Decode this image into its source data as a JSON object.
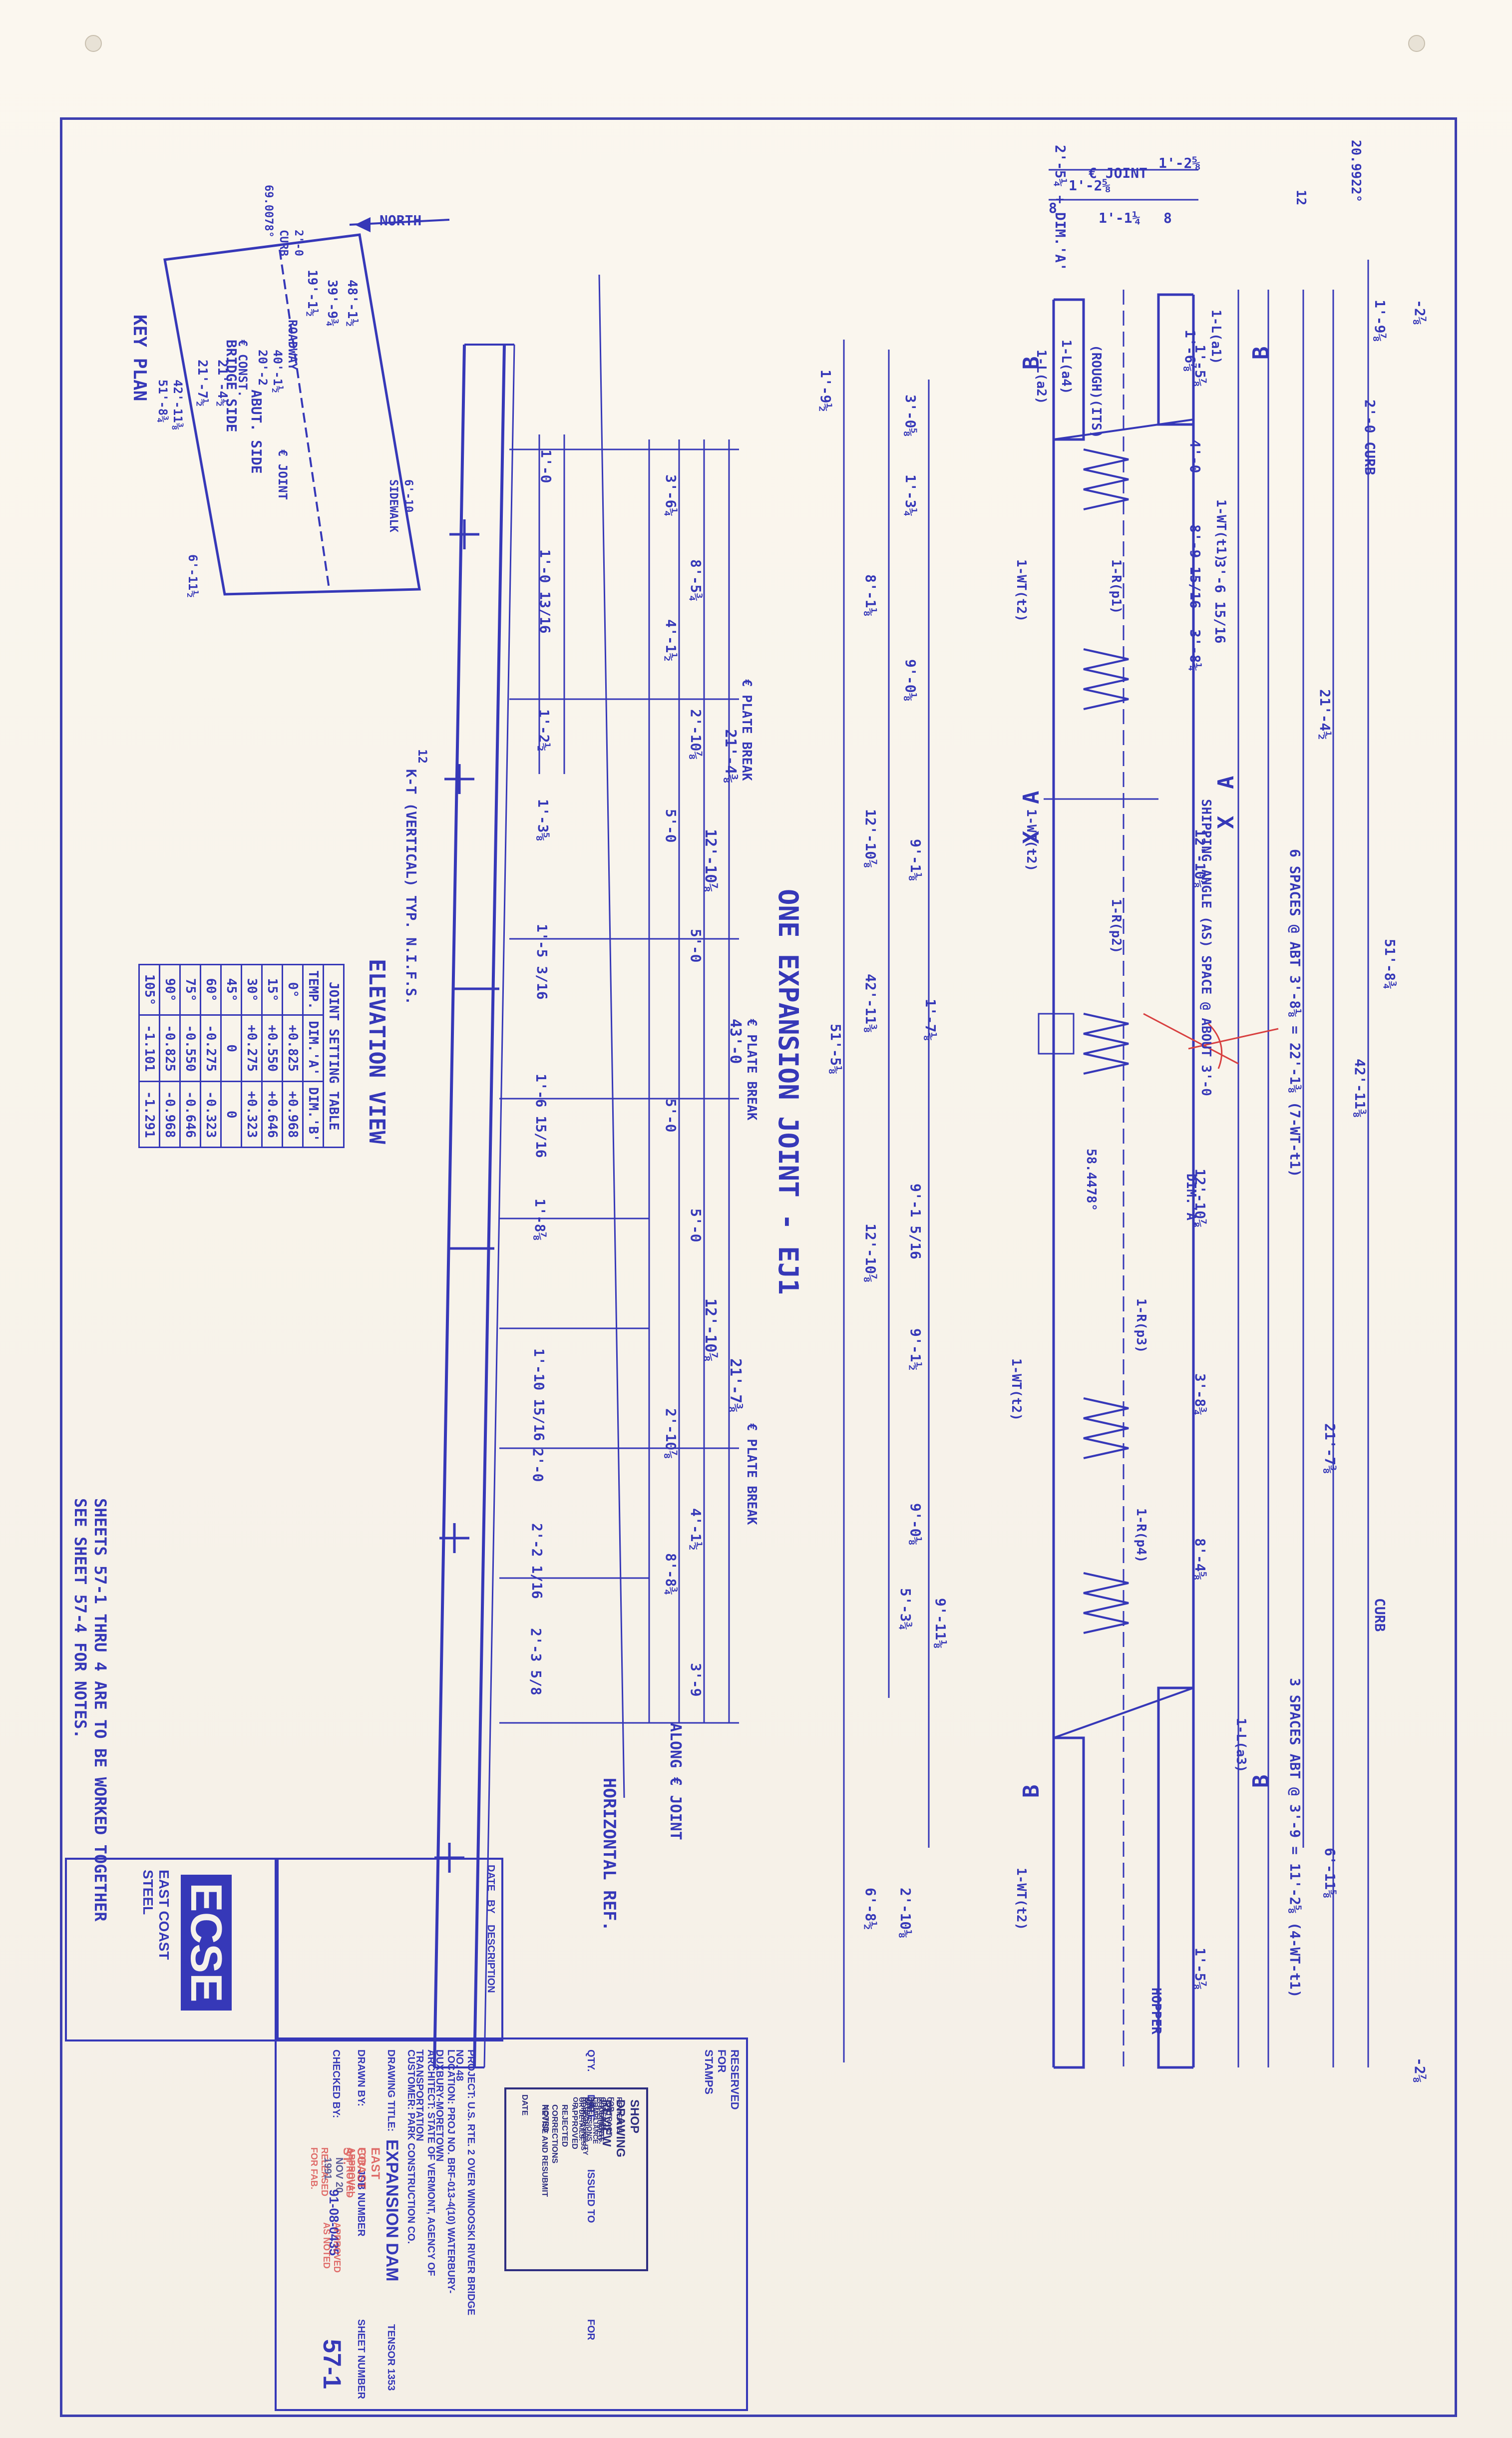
{
  "key_plan": {
    "title": "KEY PLAN",
    "north": "NORTH",
    "dims": [
      "48'-1½",
      "39'-9¾",
      "19'-1½",
      "ROADWAY",
      "40'-1½",
      "20'-2",
      "€ CONST.",
      "21'-4½",
      "21'-7½",
      "6'-11½",
      "42'-11⅜",
      "51'-8¾",
      "2'-0",
      "CURB",
      "69.0078°",
      "6'-10",
      "SIDEWALK"
    ],
    "labels": [
      "ABUT. SIDE",
      "BRIDGE SIDE",
      "€ JOINT"
    ]
  },
  "elevation": {
    "title": "ELEVATION VIEW",
    "note": "K-T (VERTICAL) TYP. N.I.F.S.",
    "slope": "12",
    "dims_top": [
      "1'-0",
      "1'-0 13/16",
      "1'-2½",
      "1'-3⅝",
      "1'-5 3/16",
      "1'-6 15/16",
      "1'-8⅞",
      "1'-10 15/16",
      "2'-0",
      "2'-2 1/16",
      "2'-3 5/8"
    ],
    "dims_mid": [
      "3'-6¼",
      "8'-5¾",
      "4'-1½",
      "2'-10⅞",
      "5'-0",
      "5'-0",
      "5'-0",
      "5'-0",
      "2'-10⅞",
      "4'-1½",
      "8'-8¾",
      "3'-9"
    ],
    "dims_long": [
      "21'-4⅜",
      "12'-10⅞",
      "43'-0",
      "12'-10⅞",
      "21'-7⅜"
    ],
    "plate_breaks": [
      "€ PLATE BREAK",
      "€ PLATE BREAK",
      "€ PLATE BREAK"
    ],
    "along_joint": "ALONG € JOINT",
    "horizontal_ref": "HORIZONTAL REF."
  },
  "plan": {
    "title": "ONE EXPANSION JOINT - EJ1",
    "top_dims": [
      "2'-5¼ + DIM.'A'",
      "€ JOINT",
      "1'-2⅝",
      "1'-2⅝",
      "8",
      "1'-1¼",
      "8"
    ],
    "angle": "20.9922°",
    "slope": "12",
    "right_dims": [
      "1'-9⅞",
      "1'-6⅞",
      "1'-5⅞",
      "2'-0 CURB",
      "4'-0",
      "8'-9 15/16",
      "3'-6 15/16",
      "3'-8¼",
      "21'-4½",
      "12'-10⅞",
      "6 SPACES @ ABT 3'-8⅛ = 22'-1⅜ (7-WT-t1)",
      "12'-10⅞",
      "42'-11⅜",
      "51'-8¾",
      "21'-7⅜",
      "3'-8¾",
      "8'-4⅝",
      "3 SPACES ABT @ 3'-9 = 11'-2⅝ (4-WT-t1)",
      "CURB",
      "6'-11⅝",
      "1'-5⅞",
      "-2⅞",
      "-2⅞"
    ],
    "left_dims": [
      "1'-9½",
      "3'-0⅝",
      "1'-3¼",
      "8'-1⅛",
      "9'-0⅛",
      "12'-10⅞",
      "9'-1⅛",
      "42'-11⅜",
      "51'-5⅛",
      "1'-7⅛",
      "9'-1 5/16",
      "12'-10⅞",
      "9'-1½",
      "9'-0⅛",
      "9'-11⅛",
      "5'-3¾",
      "6'-8½",
      "2'-10⅛"
    ],
    "parts": [
      "1-L(a4)",
      "1-L(a1)",
      "1-L(a2)",
      "(ROUGH)(ITS)",
      "1-WT(t1)",
      "1-WT(t2)",
      "1-R(p1)",
      "1-R(p2)",
      "1-R(p3)",
      "1-R(p4)",
      "1-WT(t2)",
      "1-WT(t2)",
      "1-L(a3)",
      "1-WT(t2)",
      "SHIPPING ANGLE (AS) SPACE @ ABOUT 3'-0",
      "DIM.'A'",
      "HOPPER",
      "58.4478°"
    ],
    "sections": [
      "B",
      "B",
      "A",
      "X",
      "A",
      "X",
      "B",
      "B"
    ]
  },
  "joint_table": {
    "title": "JOINT SETTING TABLE",
    "headers": [
      "TEMP.",
      "DIM.'A'",
      "DIM.'B'"
    ],
    "rows": [
      [
        "0°",
        "+0.825",
        "+0.968"
      ],
      [
        "15°",
        "+0.550",
        "+0.646"
      ],
      [
        "30°",
        "+0.275",
        "+0.323"
      ],
      [
        "45°",
        "0",
        "0"
      ],
      [
        "60°",
        "-0.275",
        "-0.323"
      ],
      [
        "75°",
        "-0.550",
        "-0.646"
      ],
      [
        "90°",
        "-0.825",
        "-0.968"
      ],
      [
        "105°",
        "-1.101",
        "-1.291"
      ]
    ]
  },
  "notes": {
    "line1": "SHEETS 57-1 THRU 4 ARE TO BE WORKED TOGETHER",
    "line2": "SEE SHEET 57-4 FOR NOTES."
  },
  "title_block": {
    "logo": "ECSE",
    "company": "EAST COAST STEEL",
    "reserved": "RESERVED FOR STAMPS",
    "rev_headers": [
      "DATE",
      "BY",
      "DESCRIPTION",
      "QTY.",
      "DATE",
      "ISSUED TO",
      "FOR"
    ],
    "project": "PROJECT: U.S. RTE. 2 OVER WINOOSKI RIVER BRIDGE NO. 48",
    "location": "LOCATION: PROJ NO. BRF-013-4(10) WATERBURY-DUXBURY-MORETOWN",
    "architect": "ARCHITECT: STATE OF VERMONT, AGENCY OF TRANSPORTATION",
    "customer": "CUSTOMER: PARK CONSTRUCTION CO.",
    "drawing_title_label": "DRAWING TITLE:",
    "drawing_title": "EXPANSION DAM",
    "drawn_by": "DRAWN BY:",
    "checked_by": "CHECKED BY:",
    "job_label": "JOB NUMBER",
    "job": "91-08-0435",
    "sheet_label": "SHEET NUMBER",
    "sheet": "57-1",
    "ref": "TENSOR 1353"
  },
  "stamp_review": {
    "title": "SHOP DRAWING REVIEW",
    "lines": [
      "REVIEW IS FOR GENERAL COMPLIANCE WITH",
      "CONTRACT DOCUMENTS. NO RESPONSIBILITY",
      "IS ASSUMED FOR CORRECTNESS OF",
      "DIMENSIONS OR DETAILS."
    ],
    "checks": [
      "APPROVED",
      "REJECTED",
      "CORRECTIONS NOTED",
      "REVISE AND RESUBMIT"
    ],
    "date_label": "DATE"
  },
  "stamp_ecs": {
    "title": "EAST COAST ST.",
    "items": [
      "FOR APPROVAL",
      "APPROVED",
      "APPROVED AS NOTED",
      "RELEASED FOR FAB."
    ],
    "date": "NOV 20 1991"
  },
  "colors": {
    "ink": "#3638b8",
    "paper": "#f6f2ea",
    "red": "#d84040"
  }
}
